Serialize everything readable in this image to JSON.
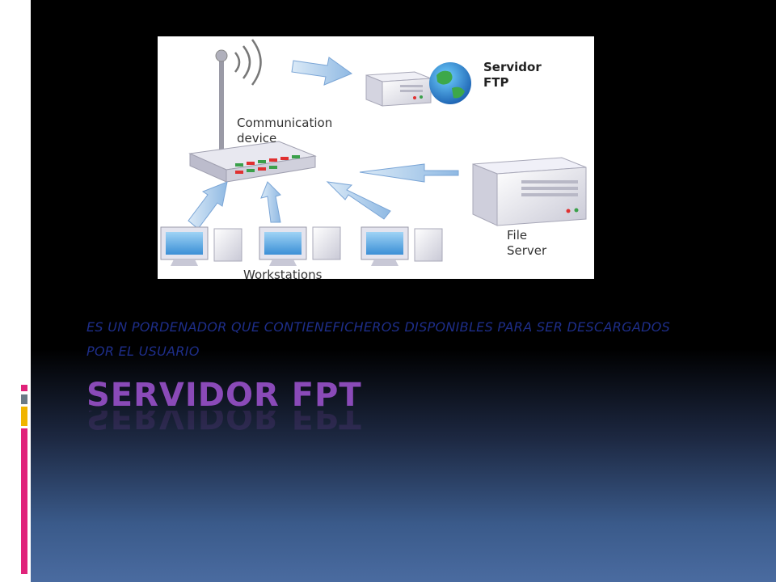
{
  "diagram": {
    "labels": {
      "server_ftp_line1": "Servidor",
      "server_ftp_line2": "FTP",
      "comm_device_line1": "Communication",
      "comm_device_line2": "device",
      "file_server_line1": "File",
      "file_server_line2": "Server",
      "workstations": "Workstations"
    }
  },
  "body_text": {
    "line1": "ES UN PORDENADOR QUE  CONTIENEFICHEROS DISPONIBLES PARA SER DESCARGADOS",
    "line2": "POR EL USUARIO"
  },
  "title": "SERVIDOR FPT",
  "colors": {
    "accent_pink": "#e0237a",
    "accent_gray": "#6a7a86",
    "accent_yellow": "#f0b400",
    "title_purple": "#8a4ab8",
    "body_blue": "#1e2e8a"
  }
}
